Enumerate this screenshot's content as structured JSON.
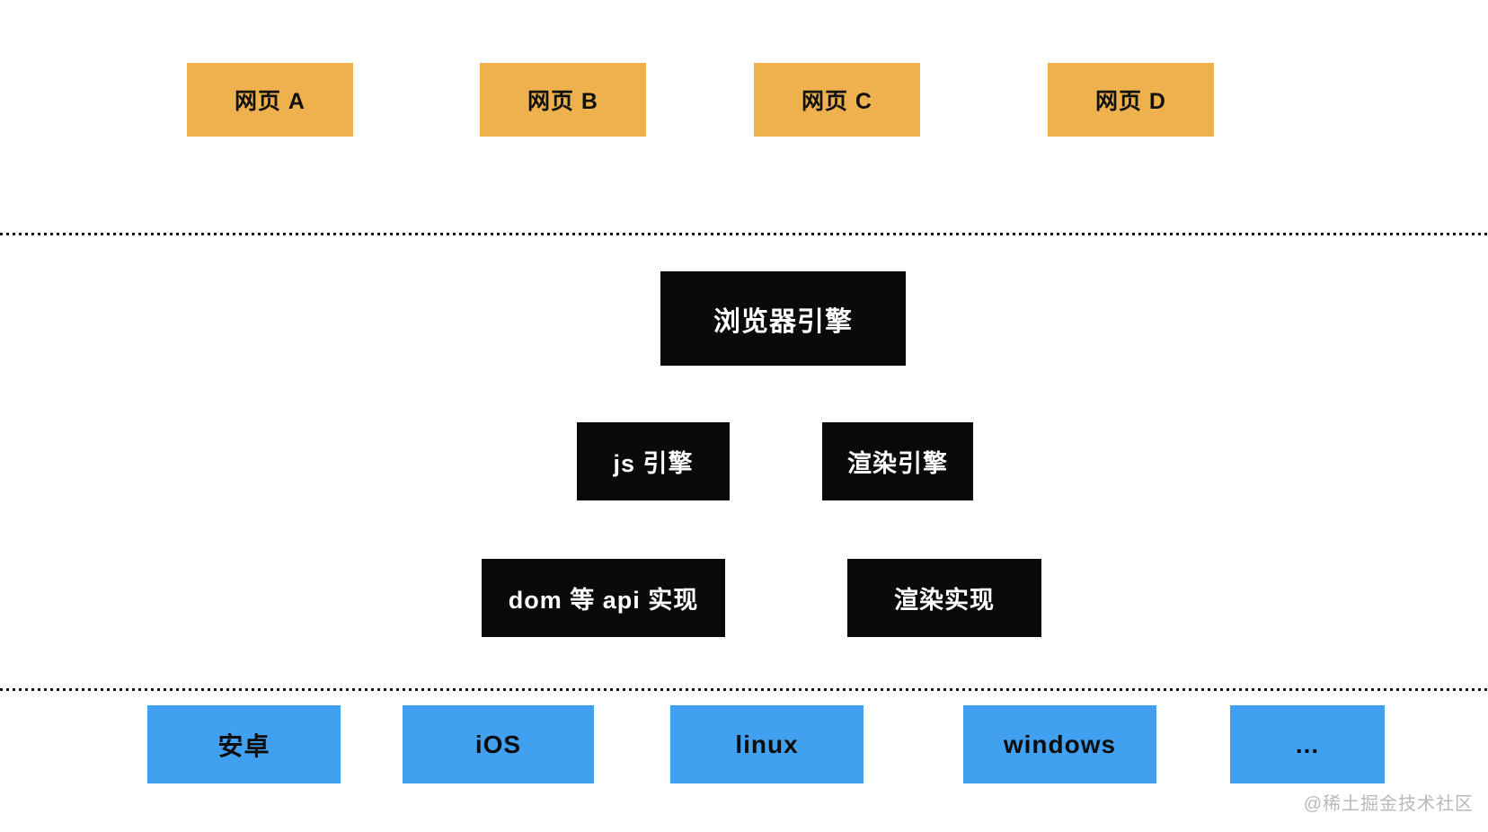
{
  "diagram": {
    "pages": [
      {
        "label": "网页 A"
      },
      {
        "label": "网页 B"
      },
      {
        "label": "网页 C"
      },
      {
        "label": "网页 D"
      }
    ],
    "browser_engine": {
      "label": "浏览器引擎"
    },
    "engines": [
      {
        "label": "js 引擎"
      },
      {
        "label": "渲染引擎"
      }
    ],
    "implementations": [
      {
        "label": "dom 等 api 实现"
      },
      {
        "label": "渲染实现"
      }
    ],
    "platforms": [
      {
        "label": "安卓"
      },
      {
        "label": "iOS"
      },
      {
        "label": "linux"
      },
      {
        "label": "windows"
      },
      {
        "label": "..."
      }
    ],
    "colors": {
      "page_box_fill": "#efb14e",
      "engine_box_fill": "#0a0a0a",
      "engine_box_text": "#ffffff",
      "platform_box_fill": "#41a1f0",
      "divider_dots": "#141414",
      "box_text": "#111111",
      "watermark_text": "#b9b9b9",
      "background": "#ffffff"
    }
  },
  "watermark": {
    "text": "@稀土掘金技术社区"
  }
}
